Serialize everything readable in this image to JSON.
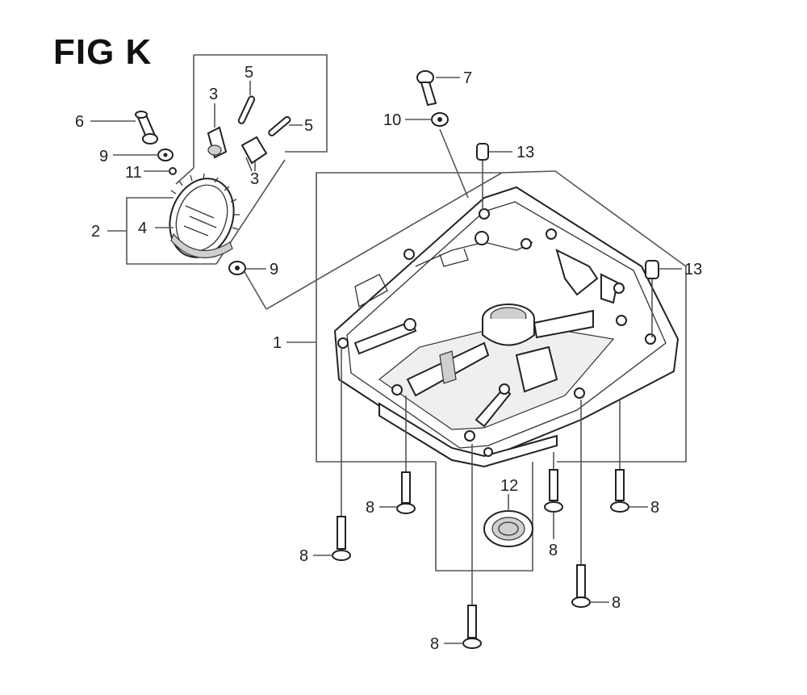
{
  "figure": {
    "title": "FIG K"
  },
  "callouts": {
    "c1": "1",
    "c2": "2",
    "c3a": "3",
    "c3b": "3",
    "c4": "4",
    "c5a": "5",
    "c5b": "5",
    "c6": "6",
    "c7": "7",
    "c8a": "8",
    "c8b": "8",
    "c8c": "8",
    "c8d": "8",
    "c8e": "8",
    "c8f": "8",
    "c9a": "9",
    "c9b": "9",
    "c10": "10",
    "c11": "11",
    "c12": "12",
    "c13a": "13",
    "c13b": "13"
  }
}
